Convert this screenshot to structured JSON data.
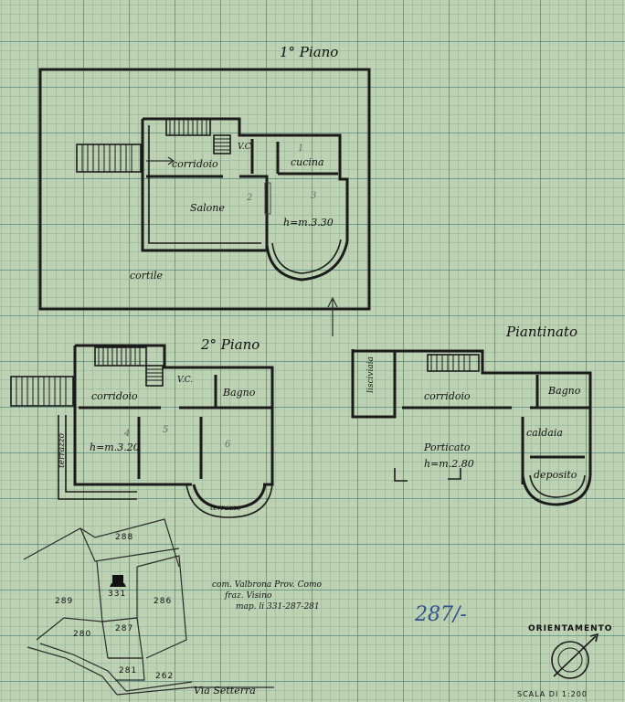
{
  "floors": {
    "primo": {
      "title": "1° Piano",
      "rooms": {
        "corridoio": "corridoio",
        "cucina": "cucina",
        "salone": "Salone",
        "height": "h=m.3.30",
        "wc": "V.C.",
        "cortile": "cortile"
      },
      "pencil": {
        "n1": "1",
        "n2": "2",
        "n3": "3"
      }
    },
    "secondo": {
      "title": "2° Piano",
      "rooms": {
        "corridoio": "corridoio",
        "wc": "V.C.",
        "bagno": "Bagno",
        "height": "h=m.3.20",
        "terrazzo_side": "terrazzo",
        "terrazzo_front": "terrazzo"
      },
      "pencil": {
        "n4": "4",
        "n5": "5",
        "n6": "6"
      }
    },
    "piantinato": {
      "title": "Piantinato",
      "rooms": {
        "lisciviaia": "lisciviaia",
        "corridoio": "corridoio",
        "bagno": "Bagno",
        "caldaia": "caldaia",
        "porticato": "Porticato",
        "height": "h=m.2.80",
        "deposito": "deposito"
      }
    }
  },
  "map": {
    "parcels": [
      "288",
      "289",
      "331",
      "286",
      "280",
      "287",
      "281",
      "262"
    ],
    "road": "Via Setterra",
    "caption": {
      "line1": "com. Valbrona Prov. Como",
      "line2": "fraz. Visino",
      "line3": "map. li 331-287-281"
    }
  },
  "annotation": "287/-",
  "orientation_label": "ORIENTAMENTO",
  "scale_label": "SCALA DI 1:200"
}
